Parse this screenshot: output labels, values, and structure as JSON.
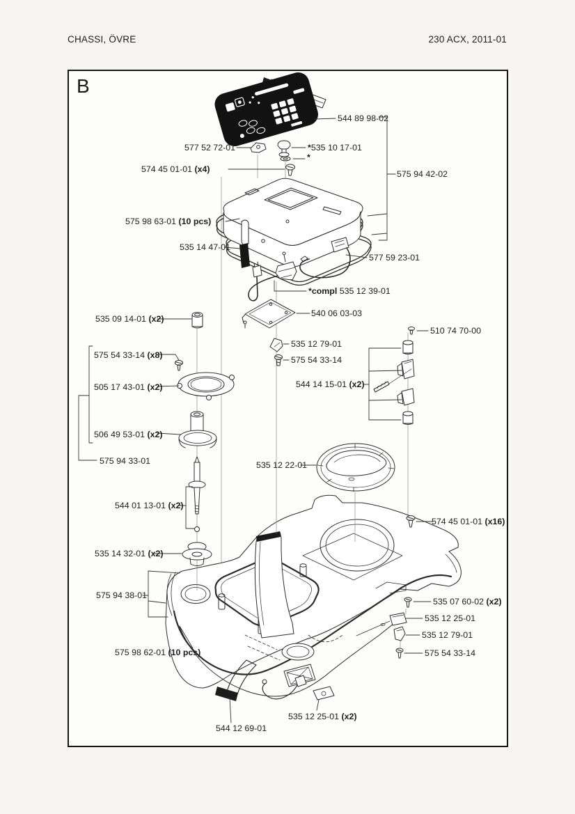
{
  "page": {
    "title_left": "CHASSI, ÖVRE",
    "title_right": "230 ACX, 2011-01",
    "section_letter": "B"
  },
  "colors": {
    "ink": "#1a1a1a",
    "line": "#2b2b2b",
    "part_black": "#121212",
    "paper": "#f6f5f2",
    "frame_bg": "#fdfdfc"
  },
  "labels": [
    {
      "num": "544 89 98-02"
    },
    {
      "num": "577 52 72-01"
    },
    {
      "prefix": "*",
      "num": "535 10 17-01"
    },
    {
      "prefix": "*",
      "num": ""
    },
    {
      "num": "574 45 01-01",
      "qty": " (x4)"
    },
    {
      "num": "575 94 42-02"
    },
    {
      "num": "575 98 63-01",
      "qty": " (10 pcs)"
    },
    {
      "num": "535 14 47-01"
    },
    {
      "num": "577 59 23-01"
    },
    {
      "prefix": "*compl ",
      "num": "535 12 39-01"
    },
    {
      "num": "540 06 03-03"
    },
    {
      "num": "535 12 79-01"
    },
    {
      "num": "575 54 33-14"
    },
    {
      "num": "510 74 70-00"
    },
    {
      "num": "544 14 15-01",
      "qty": " (x2)"
    },
    {
      "num": "535 09 14-01",
      "qty": " (x2)"
    },
    {
      "num": "575 54 33-14",
      "qty": " (x8)"
    },
    {
      "num": "505 17 43-01",
      "qty": " (x2)"
    },
    {
      "num": "506 49 53-01",
      "qty": " (x2)"
    },
    {
      "num": "575 94 33-01"
    },
    {
      "num": "544 01 13-01",
      "qty": " (x2)"
    },
    {
      "num": "535 14 32-01",
      "qty": " (x2)"
    },
    {
      "num": "535 12 22-01"
    },
    {
      "num": "574 45 01-01",
      "qty": " (x16)"
    },
    {
      "num": "575 94 38-01"
    },
    {
      "num": "535 07 60-02",
      "qty": " (x2)"
    },
    {
      "num": "535 12 25-01"
    },
    {
      "num": "535 12 79-01"
    },
    {
      "num": "575 54 33-14"
    },
    {
      "num": "575 98 62-01",
      "qty": " (10 pcs)"
    },
    {
      "num": "544 12 69-01"
    },
    {
      "num": "535 12 25-01",
      "qty": " (x2)"
    }
  ]
}
